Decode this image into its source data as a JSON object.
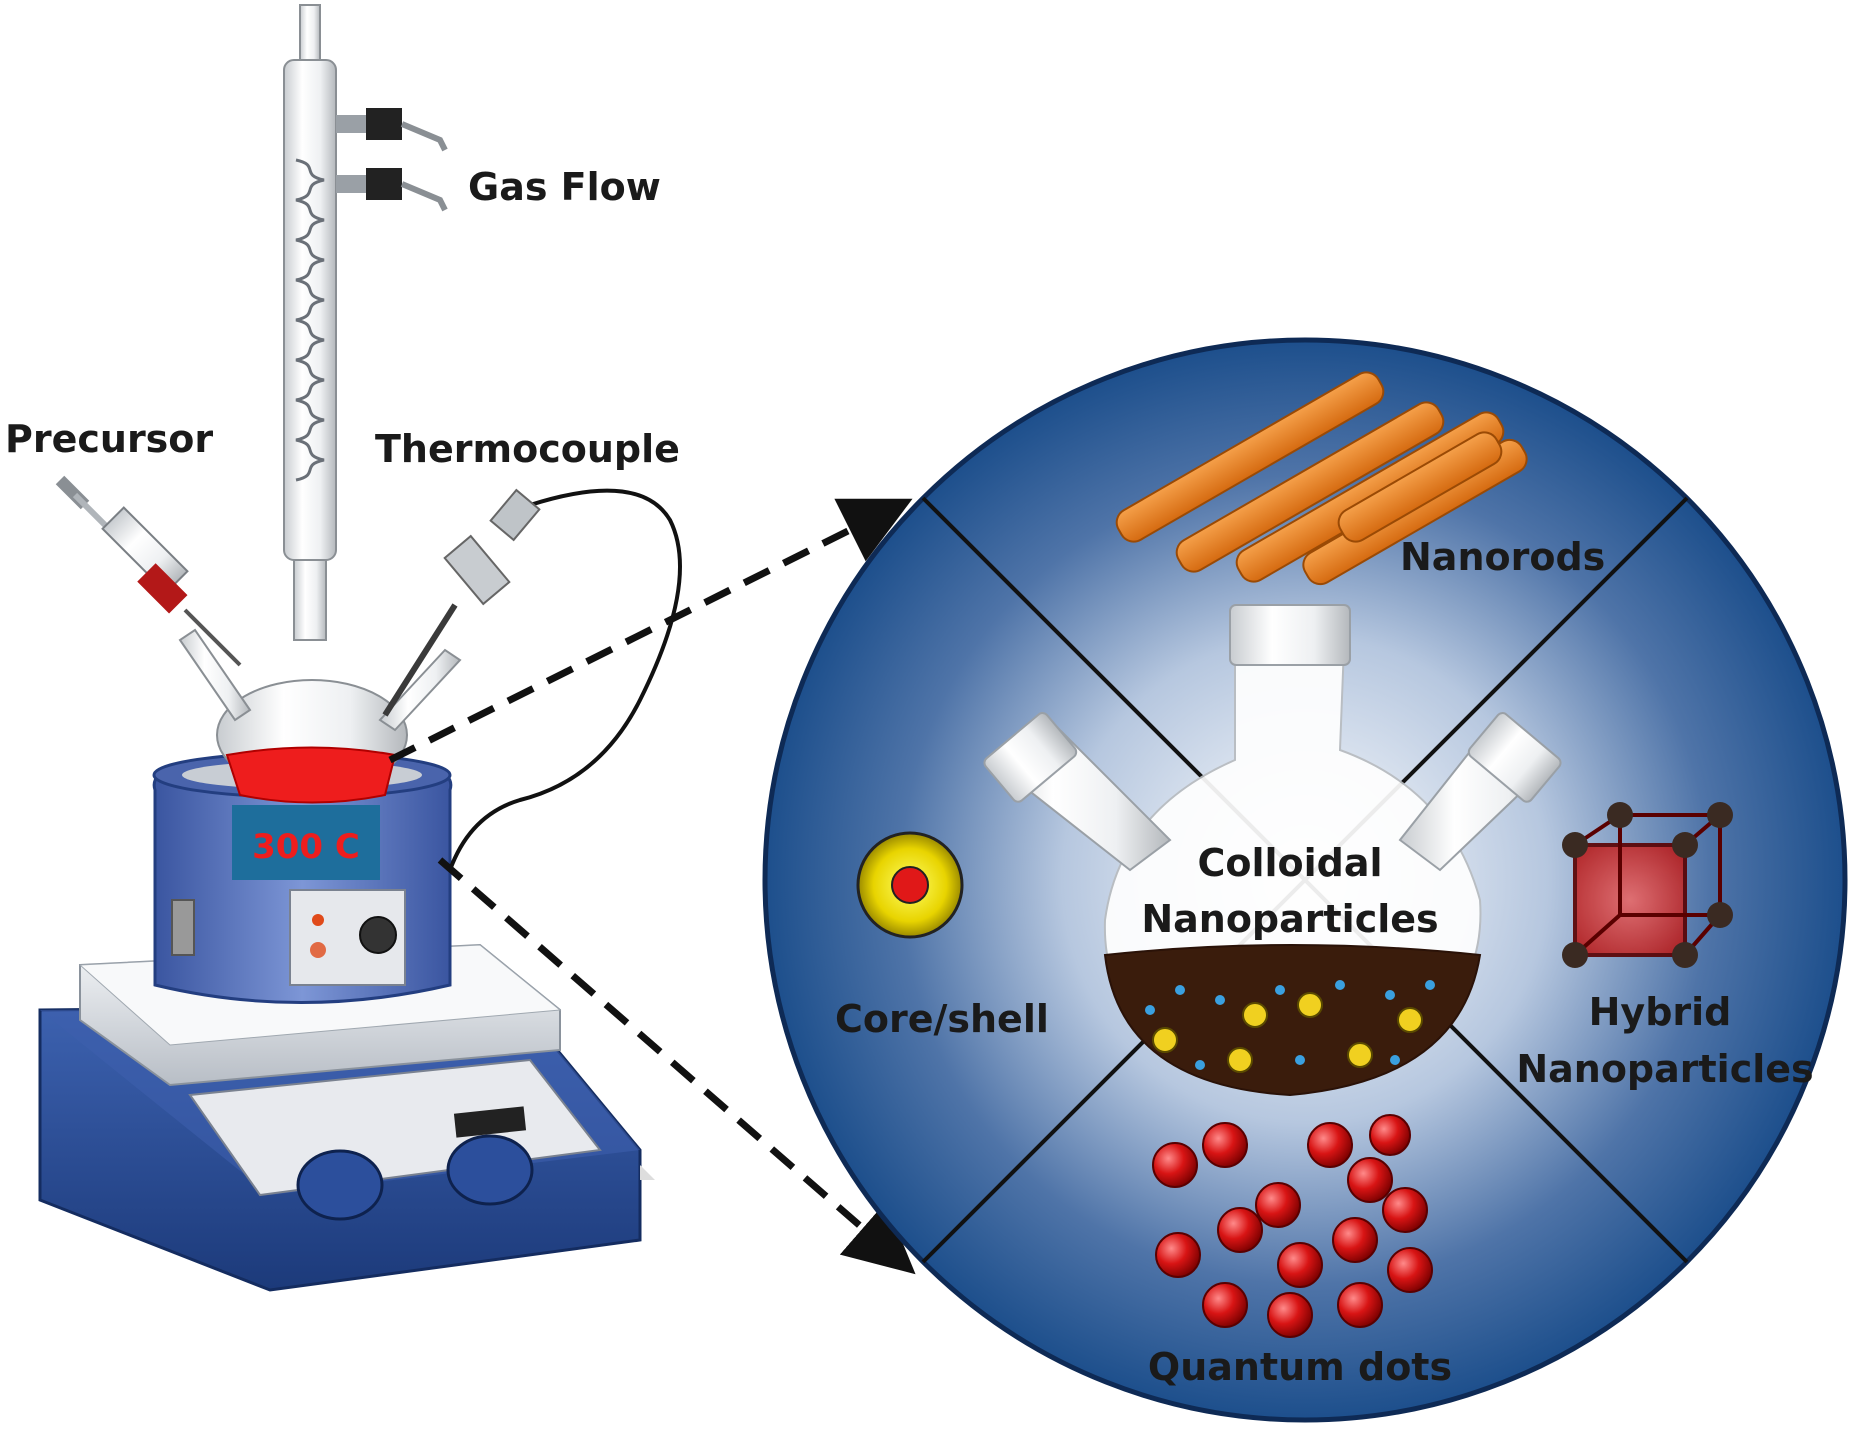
{
  "labels": {
    "gas_flow": "Gas Flow",
    "precursor": "Precursor",
    "thermocouple": "Thermocouple",
    "temperature": "300 C",
    "nanorods": "Nanorods",
    "colloidal_line1": "Colloidal",
    "colloidal_line2": "Nanoparticles",
    "core_shell": "Core/shell",
    "hybrid_line1": "Hybrid",
    "hybrid_line2": "Nanoparticles",
    "quantum_dots": "Quantum dots"
  },
  "colors": {
    "circle_fill": "#1d4f8c",
    "rod_orange": "#e87d1e",
    "dot_red": "#d01010",
    "heater_blue": "#5a76c0",
    "red_band": "#ee1d1d",
    "temp_box": "#1e6e9c",
    "temp_text": "#ee1d1d",
    "liquid": "#3a1c0c",
    "hybrid_cube": "#d94040"
  }
}
